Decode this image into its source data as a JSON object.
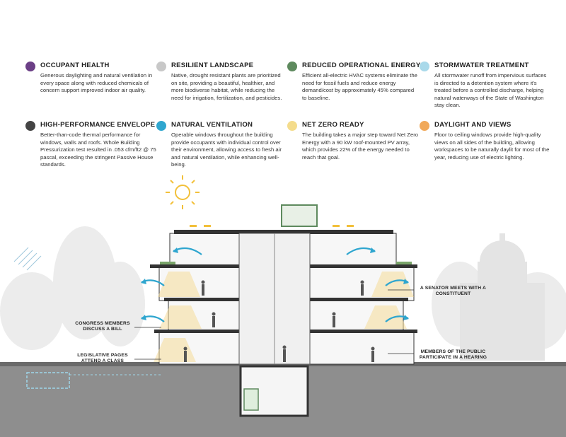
{
  "legend": [
    {
      "key": "occupant-health",
      "title": "OCCUPANT HEALTH",
      "color": "#6b3f86",
      "desc": "Generous daylighting and natural ventilation in every space along with reduced chemicals of concern support improved indoor air quality."
    },
    {
      "key": "resilient-landscape",
      "title": "RESILIENT LANDSCAPE",
      "color": "#c8c8c8",
      "desc": "Native, drought resistant plants are prioritized on site, providing a beautiful, healthier, and more biodiverse habitat, while reducing the need for irrigation, fertilization, and pesticides."
    },
    {
      "key": "reduced-operational-energy",
      "title": "REDUCED OPERATIONAL ENERGY",
      "color": "#5e8a5e",
      "desc": "Efficient all-electric HVAC systems eliminate the need for fossil fuels and reduce energy demand/cost by approximately 45% compared to baseline."
    },
    {
      "key": "stormwater-treatment",
      "title": "STORMWATER TREATMENT",
      "color": "#a9d9ea",
      "desc": "All stormwater runoff from impervious surfaces is directed to a detention system where it's treated before a controlled discharge, helping natural waterways of the State of Washington stay clean."
    },
    {
      "key": "high-performance-envelope",
      "title": "HIGH-PERFORMANCE ENVELOPE",
      "color": "#444444",
      "desc": "Better-than-code thermal performance for windows, walls and roofs. Whole Building Pressurization test resulted in .053 cfm/ft2 @ 75 pascal, exceeding the stringent Passive House standards."
    },
    {
      "key": "natural-ventilation",
      "title": "NATURAL VENTILATION",
      "color": "#2fa6cf",
      "desc": "Operable windows throughout the building provide occupants with individual control over their environment, allowing access to fresh air and natural ventilation, while enhancing well-being."
    },
    {
      "key": "net-zero-ready",
      "title": "NET ZERO READY",
      "color": "#f4dc8c",
      "desc": "The building takes a major step toward Net Zero Energy with a 90 kW roof-mounted PV array, which provides 22% of the energy needed to reach that goal."
    },
    {
      "key": "daylight-and-views",
      "title": "DAYLIGHT AND VIEWS",
      "color": "#f1a95a",
      "desc": "Floor to ceiling windows provide high-quality views on all sides of the building, allowing workspaces to be naturally daylit for most of the year, reducing use of electric lighting."
    }
  ],
  "callouts": {
    "senator": "A SENATOR MEETS WITH A CONSTITUENT",
    "congress": "CONGRESS MEMBERS DISCUSS A BILL",
    "pages": "LEGISLATIVE PAGES ATTEND A CLASS",
    "public": "MEMBERS OF THE PUBLIC PARTICIPATE IN A HEARING"
  }
}
